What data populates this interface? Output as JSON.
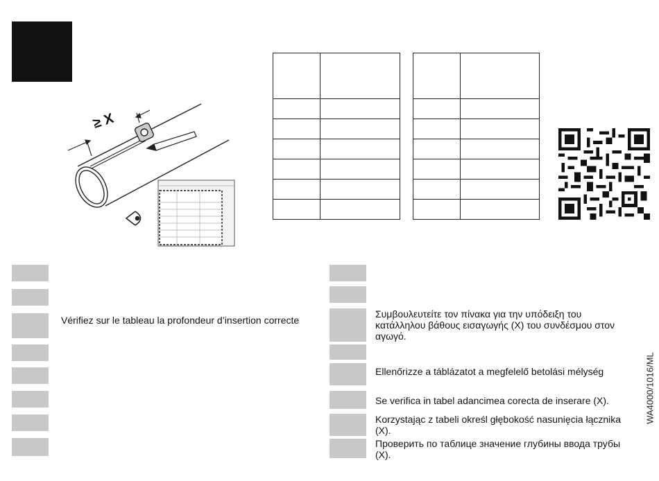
{
  "illustration": {
    "dimension_label": "≥ X",
    "table_headers": [
      "",
      "",
      ""
    ],
    "table_rows": [
      [
        "",
        "",
        ""
      ],
      [
        "",
        "",
        ""
      ],
      [
        "",
        "",
        ""
      ],
      [
        "",
        "",
        ""
      ],
      [
        "",
        "",
        ""
      ],
      [
        "",
        "",
        ""
      ]
    ]
  },
  "left_entries": [
    {
      "text": ""
    },
    {
      "text": ""
    },
    {
      "text": "Vérifiez sur le tableau la profondeur d’insertion correcte"
    },
    {
      "text": ""
    },
    {
      "text": ""
    },
    {
      "text": ""
    },
    {
      "text": ""
    },
    {
      "text": ""
    }
  ],
  "right_entries": [
    {
      "text": ""
    },
    {
      "text": ""
    },
    {
      "text": "Συμβουλευτείτε τον πίνακα για την υπόδειξη του κατάλληλου βάθους εισαγωγής (X) του συνδέσμου στον αγωγό."
    },
    {
      "text": ""
    },
    {
      "text": "Ellenőrizze a táblázatot a megfelelő betolási mélység"
    },
    {
      "text": "Se verifica in tabel adancimea corecta de inserare (X)."
    },
    {
      "text": "Korzystając z tabeli określ głębokość nasunięcia łącznika (X)."
    },
    {
      "text": "Проверить по таблице значение глубины ввода трубы (X)."
    }
  ],
  "doc_ref": "WA4000/1016/ML"
}
